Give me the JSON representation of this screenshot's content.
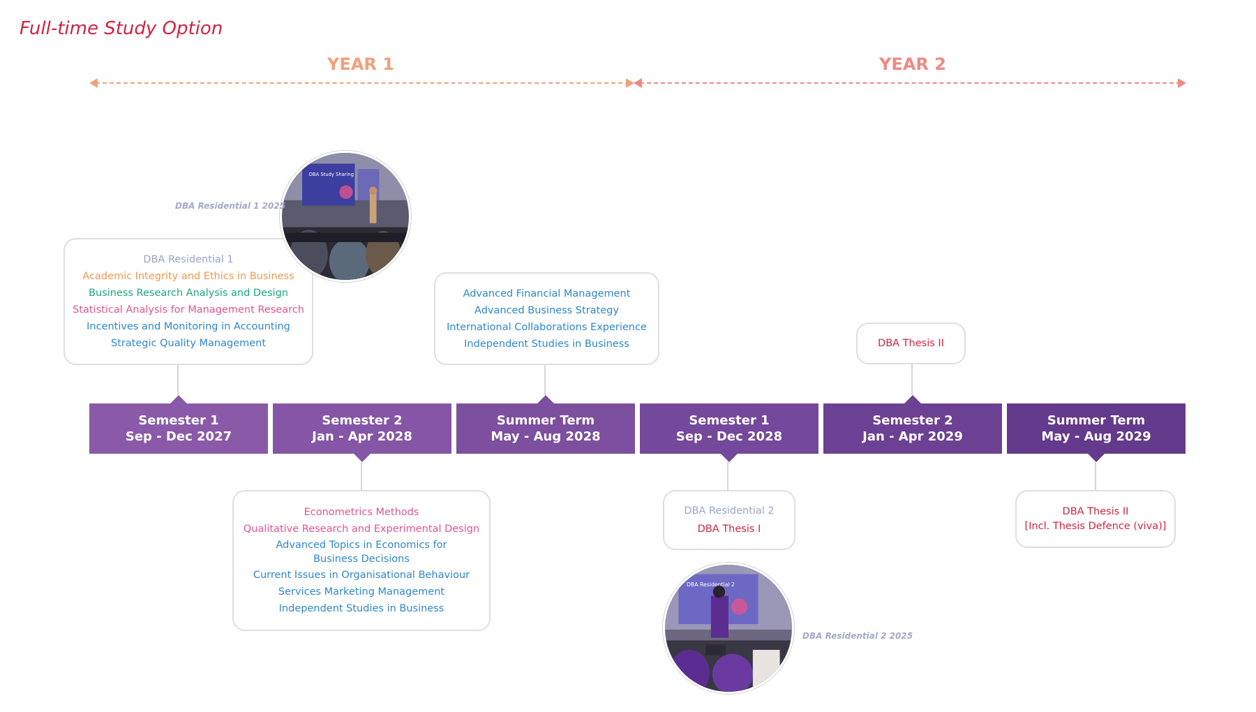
{
  "title": "Full-time Study Option",
  "years": [
    "YEAR 1",
    "YEAR 2"
  ],
  "colors": {
    "year1": "#f2a07b",
    "year2": "#ee8a83",
    "residential": "#9aa3cd",
    "orange": "#f2974f",
    "green": "#1aa77f",
    "pink": "#e0548f",
    "blue": "#2d87c9",
    "red": "#d0243f"
  },
  "terms": [
    {
      "name": "Semester 1",
      "dates": "Sep - Dec 2027",
      "color": "#8a5aa8"
    },
    {
      "name": "Semester 2",
      "dates": "Jan - Apr 2028",
      "color": "#8456a5"
    },
    {
      "name": "Summer Term",
      "dates": "May - Aug 2028",
      "color": "#7c4f9f"
    },
    {
      "name": "Semester 1",
      "dates": "Sep - Dec 2028",
      "color": "#74489a"
    },
    {
      "name": "Semester 2",
      "dates": "Jan - Apr 2029",
      "color": "#6c4193"
    },
    {
      "name": "Summer Term",
      "dates": "May - Aug 2029",
      "color": "#633a8c"
    }
  ],
  "boxes": {
    "sem1_y1": [
      "DBA Residential 1",
      "Academic Integrity and Ethics in Business",
      "Business Research Analysis and Design",
      "Statistical Analysis for Management Research",
      "Incentives and Monitoring in Accounting",
      "Strategic Quality Management"
    ],
    "sem2_y1": [
      "Econometrics Methods",
      "Qualitative Research and Experimental Design",
      "Advanced Topics in Economics for",
      "Business Decisions",
      "Current Issues in Organisational Behaviour",
      "Services Marketing Management",
      "Independent Studies in Business"
    ],
    "summer_y1": [
      "Advanced Financial Management",
      "Advanced Business Strategy",
      "International Collaborations Experience",
      "Independent Studies in Business"
    ],
    "sem1_y2": [
      "DBA Residential 2",
      "DBA Thesis I"
    ],
    "sem2_y2": [
      "DBA Thesis II"
    ],
    "summer_y2": [
      "DBA Thesis II",
      "[Incl. Thesis Defence (viva)]"
    ]
  },
  "captions": {
    "residential1": "DBA Residential 1 2025",
    "residential2": "DBA Residential 2 2025"
  },
  "photo_slides": {
    "residential1": "DBA Study Sharing",
    "residential2": "DBA Residential 2"
  }
}
